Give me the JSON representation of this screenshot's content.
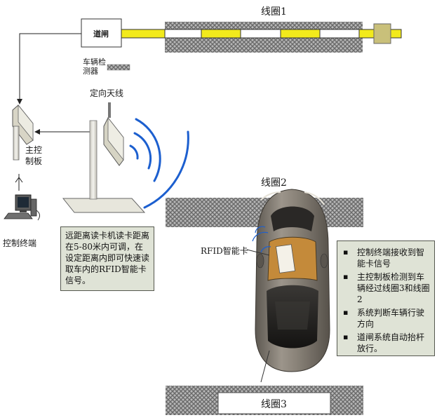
{
  "labels": {
    "gate": "道闸",
    "detector": "车辆检测器",
    "loop1": "线圈1",
    "loop2": "线圈2",
    "loop3": "线圈3",
    "antenna": "定向天线",
    "main_board": "主控制板",
    "terminal": "控制终端",
    "rfid_card": "RFID智能卡"
  },
  "reader_note": "远距离读卡机读卡距离在5-80米内可调，在设定距离内即可快速读取车内的RFID智能卡信号。",
  "steps": [
    "控制终端接收到智能卡信号",
    "主控制板检测到车辆经过线圈3和线圈2",
    "系统判断车辆行驶方向",
    "道闸系统自动抬杆放行。"
  ],
  "colors": {
    "barrier_yellow": "#f2ea1c",
    "road_hatch": "#9a9a9a",
    "signal_wave": "#1c5fcf",
    "note_box": "#dfe3d6",
    "car_body": "#7e776e"
  }
}
